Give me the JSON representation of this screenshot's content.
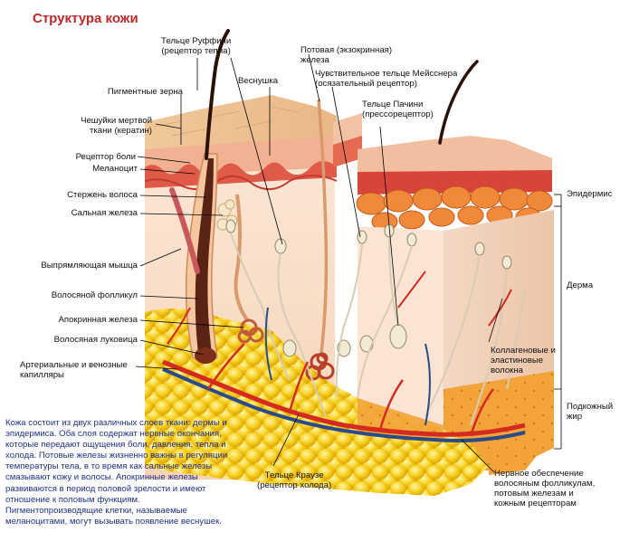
{
  "title": "Структура кожи",
  "labels": {
    "ruffini": "Тельце Руффини\n(рецептор тепла)",
    "sweat_gland": "Потовая (экзокринная)\nжелеза",
    "freckle": "Веснушка",
    "meissner": "Чувствительное тельце Мейсснера\n(осязательный рецептор)",
    "pigment_grains": "Пигментные зерна",
    "pacini": "Тельце Пачини\n(прессорецептор)",
    "dead_scales": "Чешуйки мертвой\nткани (кератин)",
    "pain_receptor": "Рецептор боли",
    "melanocyte": "Меланоцит",
    "hair_shaft": "Стержень волоса",
    "sebaceous": "Сальная железа",
    "erector": "Выпрямляющая мышца",
    "follicle": "Волосяной фолликул",
    "apocrine": "Апокринная железа",
    "bulb": "Волосяная луковица",
    "vessels": "Артериальные и венозные\nкапилляры",
    "epidermis": "Эпидермис",
    "dermis": "Дерма",
    "collagen": "Коллагеновые и\nэластиновые\nволокна",
    "subcutaneous": "Подкожный\nжир",
    "krause": "Тельце Краузе\n(рецептор холода)",
    "nerve_supply": "Нервное обеспечение\nволосяным фолликулам,\nпотовым железам и\nкожным рецепторам"
  },
  "description": "Кожа состоит из двух различных слоев ткани: дермы и\nэпидермиса. Оба слоя содержат нервные окончания,\nкоторые передают ощущения боли, давления, тепла и\nхолода. Потовые железы жизненно важны в регуляции\nтемпературы тела, в то время как сальные железы\nсмазывают кожу и волосы. Апокринные железы\nразвиваются в период половой зрелости и имеют\nотношение  к  половым  функциям.\nПигментопроизводящие клетки, называемые\nмеланоцитами, могут вызывать появление веснушек."
}
